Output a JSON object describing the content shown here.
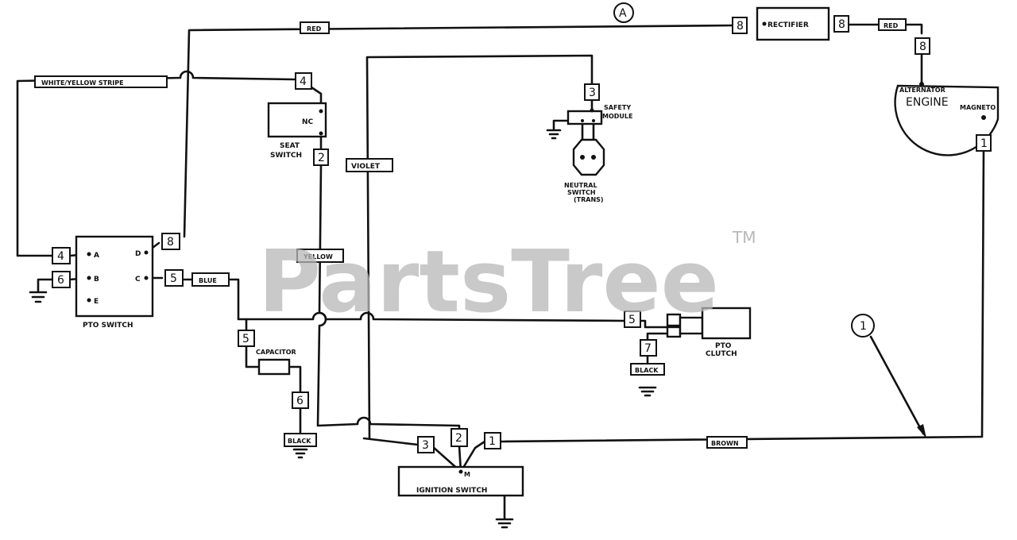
{
  "watermark": {
    "brand": "PartsTree",
    "trademark": "TM"
  },
  "callouts": {
    "top": "A",
    "right": "1"
  },
  "components": {
    "rectifier": "RECTIFIER",
    "alternator": "ALTERNATOR",
    "engine": "ENGINE",
    "magneto": "MAGNETO",
    "seat_switch_contact": "NC",
    "seat_switch": [
      "SEAT",
      "SWITCH"
    ],
    "safety_module": [
      "SAFETY",
      "MODULE"
    ],
    "neutral_switch": [
      "NEUTRAL",
      "SWITCH",
      "(TRANS)"
    ],
    "pto_switch": "PTO SWITCH",
    "pto_terminals": [
      "A",
      "B",
      "E",
      "D",
      "C"
    ],
    "capacitor": "CAPACITOR",
    "pto_clutch": [
      "PTO",
      "CLUTCH"
    ],
    "ignition_switch": "IGNITION SWITCH",
    "ignition_terminal": "M"
  },
  "wire_colors": {
    "red_left": "RED",
    "red_right": "RED",
    "white_yellow": "WHITE/YELLOW STRIPE",
    "violet": "VIOLET",
    "yellow": "YELLOW",
    "blue": "BLUE",
    "black_capacitor": "BLACK",
    "black_clutch": "BLACK",
    "brown": "BROWN"
  },
  "wire_numbers": {
    "rect_left": "8",
    "rect_right": "8",
    "alt": "8",
    "magneto": "1",
    "seat_top": "4",
    "seat_bottom": "2",
    "safety": "3",
    "pto_a": "4",
    "pto_b": "6",
    "pto_d": "8",
    "pto_c": "5",
    "cap_top": "5",
    "cap_bottom": "6",
    "clutch": "5",
    "clutch_ground": "7",
    "ign_3": "3",
    "ign_2": "2",
    "ign_1": "1"
  }
}
